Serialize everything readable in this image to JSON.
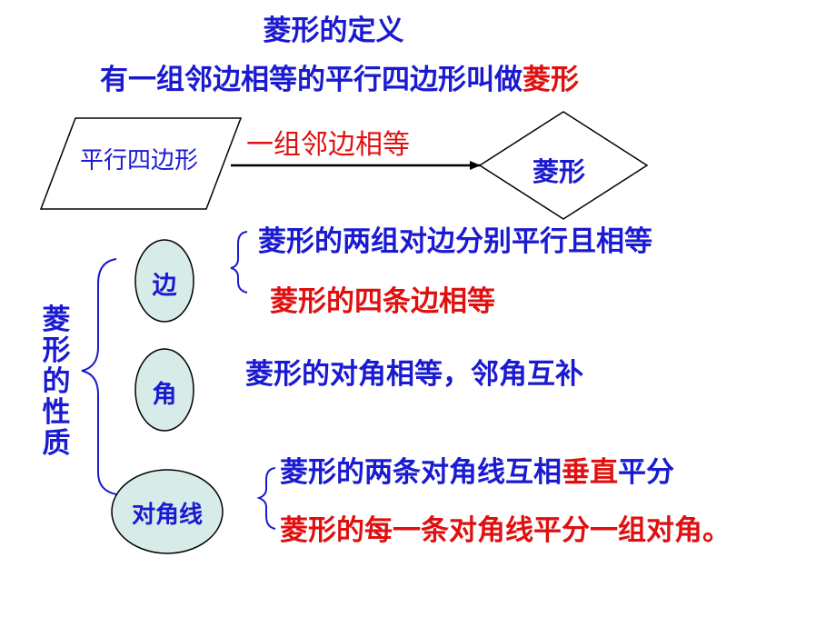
{
  "title": "菱形的定义",
  "definition": {
    "prefix": "有一组邻边相等的平行四边形叫做",
    "highlight": "菱形"
  },
  "flow": {
    "source_label": "平行四边形",
    "arrow_label": "一组邻边相等",
    "target_label": "菱形"
  },
  "properties": {
    "vertical_label": [
      "菱",
      "形",
      "的",
      "性",
      "质"
    ],
    "side": {
      "label": "边",
      "items": [
        "菱形的两组对边分别平行且相等",
        "菱形的四条边相等"
      ]
    },
    "angle": {
      "label": "角",
      "text": "菱形的对角相等，邻角互补"
    },
    "diagonal": {
      "label": "对角线",
      "line1": {
        "a": "菱形的两条对角线互相",
        "b": "垂直",
        "c": "平分"
      },
      "line2": "菱形的每一条对角线平分一组对角。"
    }
  },
  "colors": {
    "blue": "#1a1ad0",
    "red": "#e01010",
    "oval_fill": "#d7ece8",
    "ink": "#000000"
  }
}
